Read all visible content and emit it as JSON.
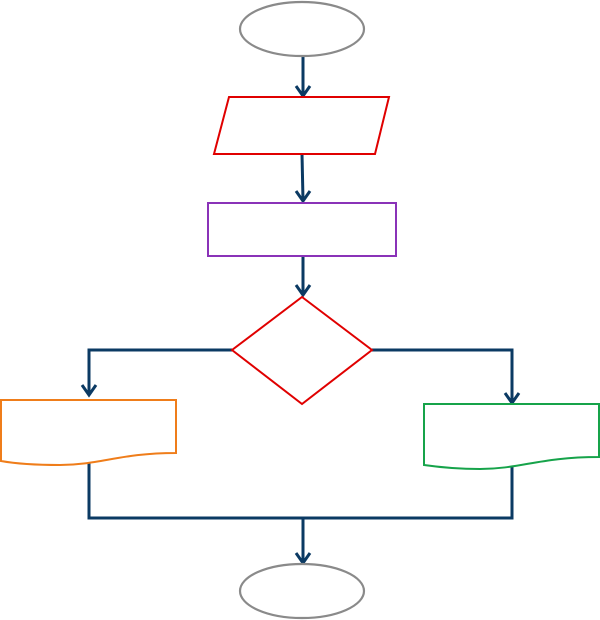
{
  "diagram": {
    "kind": "flowchart",
    "colors": {
      "background": "#ffffff",
      "connector": "#0b3a63",
      "terminal": "#8a8a8a",
      "input_output": "#e00000",
      "process": "#8a32b8",
      "decision": "#e00000",
      "document_left": "#ef7d1a",
      "document_right": "#16a34a"
    },
    "nodes": [
      {
        "id": "start",
        "type": "terminal",
        "label": ""
      },
      {
        "id": "input",
        "type": "input-output",
        "label": ""
      },
      {
        "id": "process",
        "type": "process",
        "label": ""
      },
      {
        "id": "decision",
        "type": "decision",
        "label": ""
      },
      {
        "id": "doc-left",
        "type": "document",
        "label": ""
      },
      {
        "id": "doc-right",
        "type": "document",
        "label": ""
      },
      {
        "id": "end",
        "type": "terminal",
        "label": ""
      }
    ],
    "edges": [
      {
        "from": "start",
        "to": "input"
      },
      {
        "from": "input",
        "to": "process"
      },
      {
        "from": "process",
        "to": "decision"
      },
      {
        "from": "decision",
        "to": "doc-left"
      },
      {
        "from": "decision",
        "to": "doc-right"
      },
      {
        "from": "doc-left",
        "to": "end"
      },
      {
        "from": "doc-right",
        "to": "end"
      }
    ]
  }
}
